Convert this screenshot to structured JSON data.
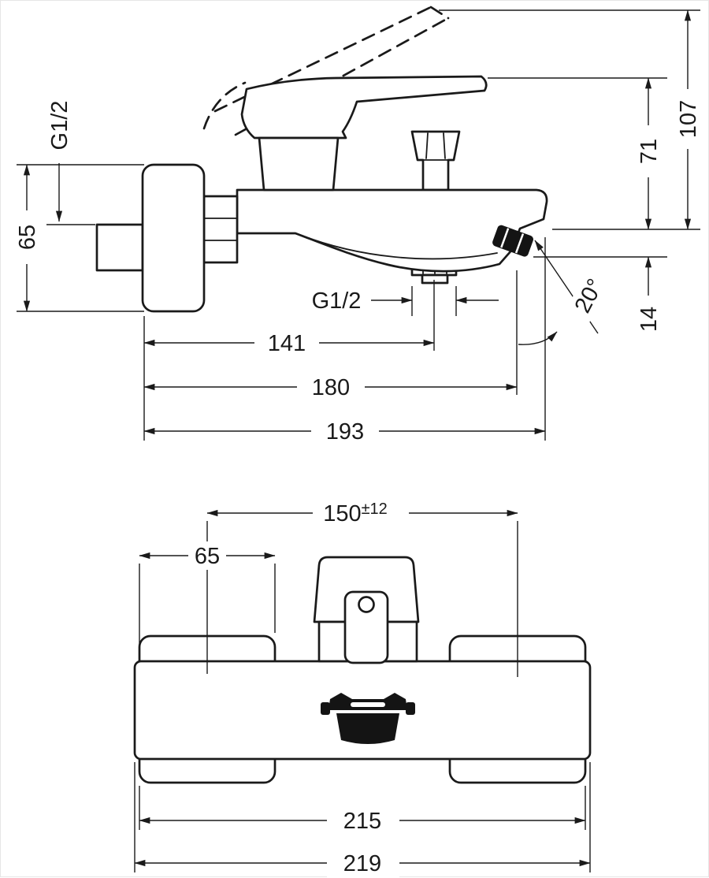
{
  "drawing": {
    "type": "installation-dimension-drawing",
    "product": "wall-mounted single-lever bath mixer",
    "colors": {
      "ink": "#1a1a1a",
      "background": "#ffffff"
    }
  },
  "side": {
    "thread_wall_label": "G1/2",
    "escutcheon_height": "65",
    "height_raised_lever": "107",
    "height_lever": "71",
    "outlet_drop": "14",
    "spray_angle": "20°",
    "outlet_thread_label": "G1/2",
    "wall_to_outlet": "141",
    "wall_to_spout_tip": "180",
    "wall_to_body_end": "193"
  },
  "front": {
    "connection_centers": "150",
    "connection_tolerance": "±12",
    "escutcheon_width": "65",
    "escutcheon_span": "215",
    "overall_width": "219"
  }
}
